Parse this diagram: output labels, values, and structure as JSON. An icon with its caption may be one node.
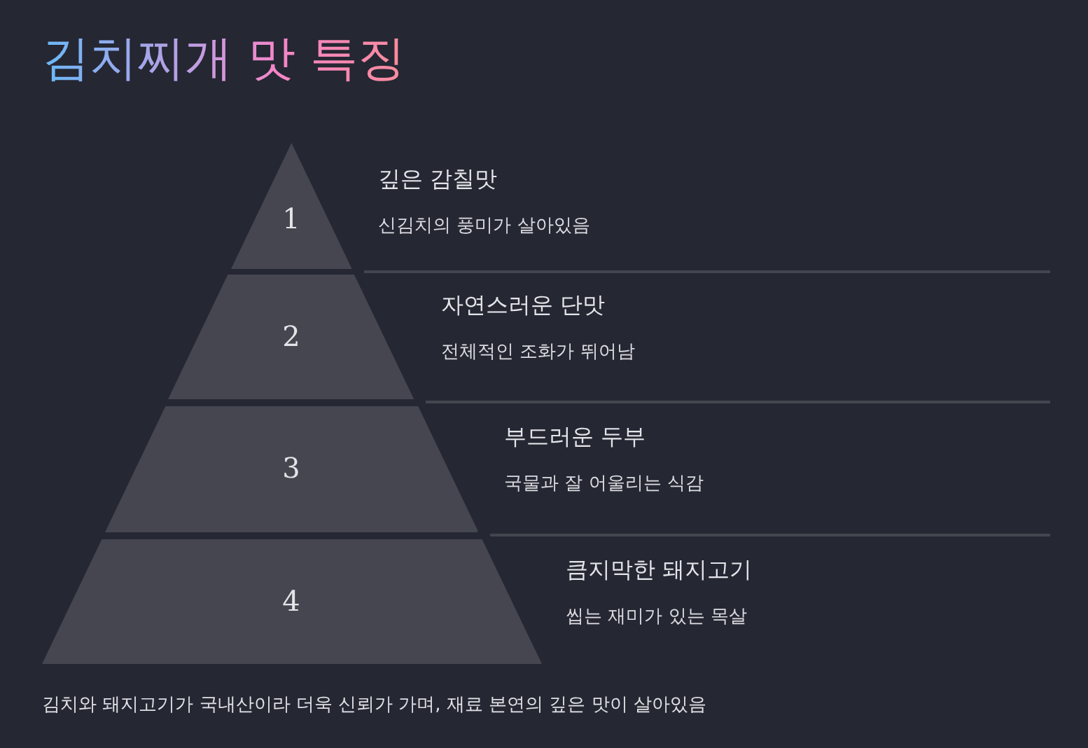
{
  "diagram": {
    "title": "김치찌개 맛 특징",
    "nodes": [
      {
        "text": [
          "1"
        ],
        "beside": [
          "깊은 감칠맛",
          "신김치의 풍미가 살아있음"
        ]
      },
      {
        "text": [
          "2"
        ],
        "beside": [
          "자연스러운 단맛",
          "전체적인 조화가 뛰어남"
        ]
      },
      {
        "text": [
          "3"
        ],
        "beside": [
          "부드러운 두부",
          "국물과 잘 어울리는 식감"
        ]
      },
      {
        "text": [
          "4"
        ],
        "beside": [
          "큼지막한 돼지고기",
          "씹는 재미가 있는 목살"
        ]
      }
    ],
    "caption": "김치와 돼지고기가 국내산이라 더욱 신뢰가 가며, 재료 본연의 깊은 맛이 살아있음"
  }
}
